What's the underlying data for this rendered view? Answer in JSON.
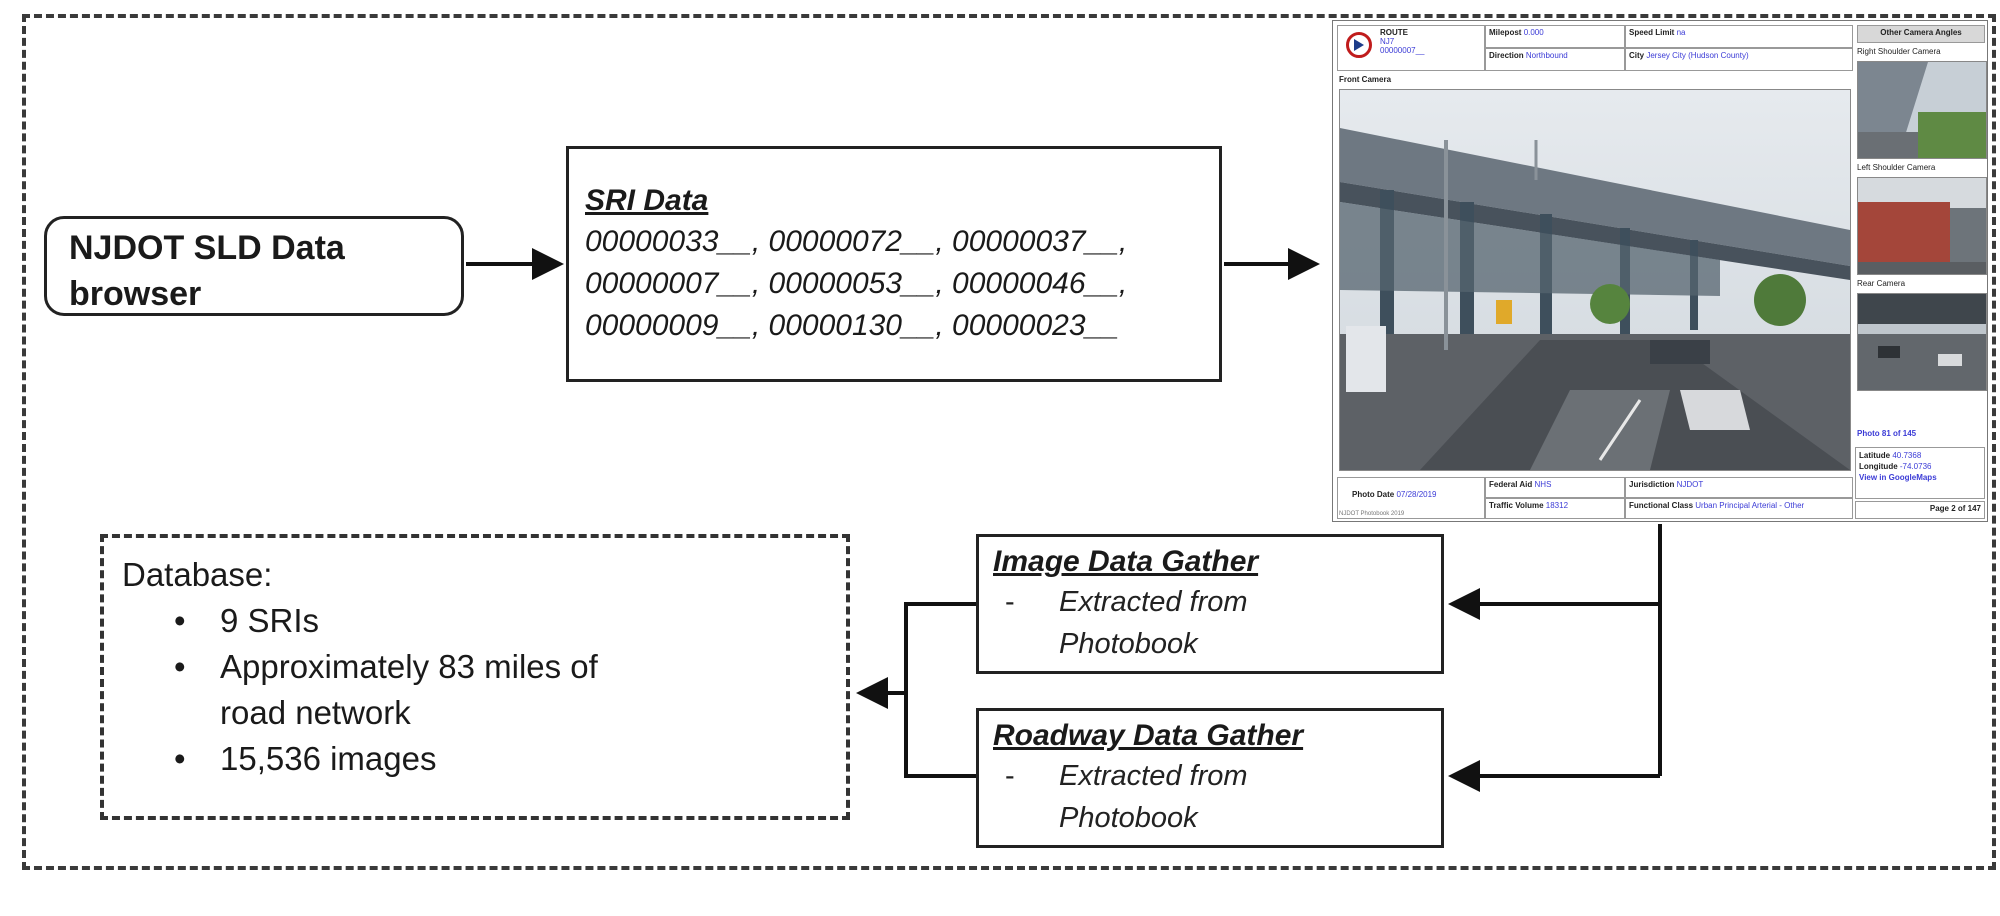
{
  "flow": {
    "source": {
      "label_line1": "NJDOT SLD Data",
      "label_line2": "browser"
    },
    "sri": {
      "title": "SRI Data",
      "ids_line1": "00000033__, 00000072__, 00000037__,",
      "ids_line2": "00000007__, 00000053__, 00000046__,",
      "ids_line3": "00000009__, 00000130__, 00000023__"
    },
    "image_gather": {
      "title": "Image Data Gather",
      "dash": "-",
      "item_line1": "Extracted from",
      "item_line2": "Photobook"
    },
    "roadway_gather": {
      "title": "Roadway Data Gather",
      "dash": "-",
      "item_line1": "Extracted from",
      "item_line2": "Photobook"
    },
    "database": {
      "title": "Database:",
      "bullet_glyph": "•",
      "bullets": [
        "9 SRIs",
        "Approximately 83 miles of",
        "road network",
        "15,536 images"
      ]
    }
  },
  "photobook": {
    "route_label": "ROUTE",
    "route_value1": "NJ7",
    "route_value2": "00000007__",
    "milepost_label": "Milepost",
    "milepost_value": "0.000",
    "speed_label": "Speed Limit",
    "speed_value": "na",
    "direction_label": "Direction",
    "direction_value": "Northbound",
    "city_label": "City",
    "city_value": "Jersey City (Hudson County)",
    "other_angles": "Other Camera Angles",
    "front_camera": "Front Camera",
    "right_camera": "Right Shoulder Camera",
    "left_camera": "Left Shoulder Camera",
    "rear_camera": "Rear Camera",
    "photo_count": "Photo 81 of 145",
    "photo_date_label": "Photo Date",
    "photo_date_value": "07/28/2019",
    "federal_aid_label": "Federal Aid",
    "federal_aid_value": "NHS",
    "jurisdiction_label": "Jurisdiction",
    "jurisdiction_value": "NJDOT",
    "traffic_label": "Traffic Volume",
    "traffic_value": "18312",
    "functional_label": "Functional Class",
    "functional_value": "Urban Principal Arterial - Other",
    "lat_label": "Latitude",
    "lat_value": "40.7368",
    "lon_label": "Longitude",
    "lon_value": "-74.0736",
    "map_link": "View in GoogleMaps",
    "page": "Page 2 of 147",
    "footnote": "NJDOT Photobook 2019"
  },
  "colors": {
    "line": "#111111",
    "link": "#3b3bd6",
    "shield_red": "#c01c1c"
  }
}
